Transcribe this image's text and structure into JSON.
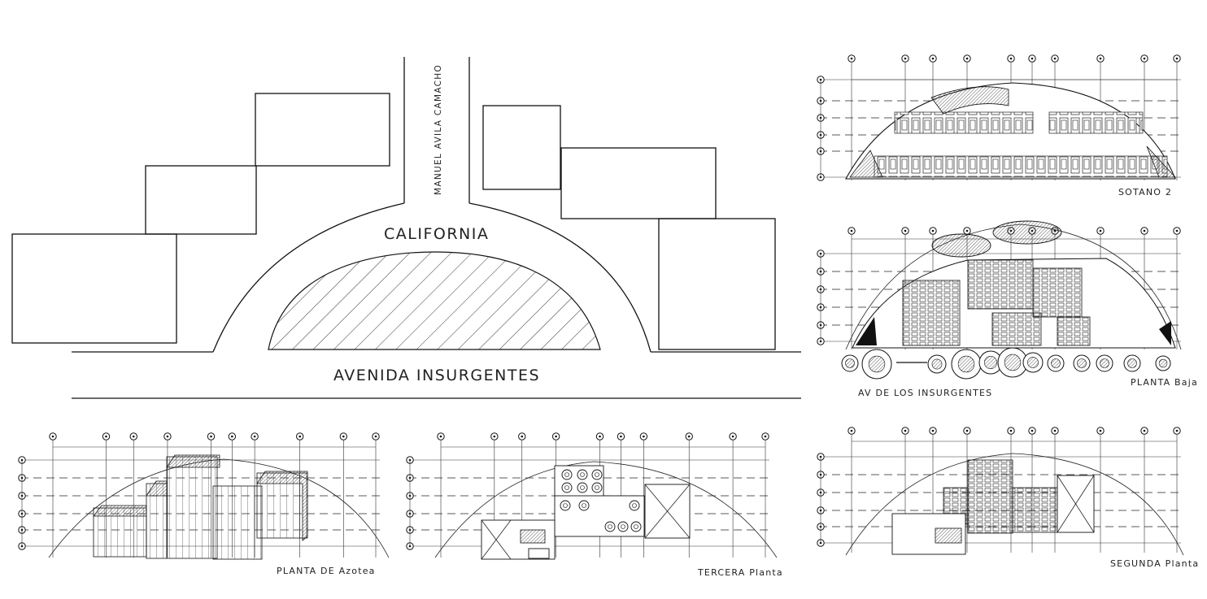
{
  "site_plan": {
    "street_vertical": "MANUEL AVILA CAMACHO",
    "street_arc": "CALIFORNIA",
    "avenue": "AVENIDA INSURGENTES"
  },
  "plans": {
    "sotano2": {
      "title": "SOTANO 2"
    },
    "planta_baja": {
      "title": "PLANTA Baja",
      "street": "AV DE LOS INSURGENTES"
    },
    "segunda": {
      "title": "SEGUNDA Planta"
    },
    "azotea": {
      "title": "PLANTA DE Azotea"
    },
    "tercera": {
      "title": "TERCERA Planta"
    }
  },
  "colors": {
    "ink": "#111111",
    "background": "#ffffff"
  }
}
